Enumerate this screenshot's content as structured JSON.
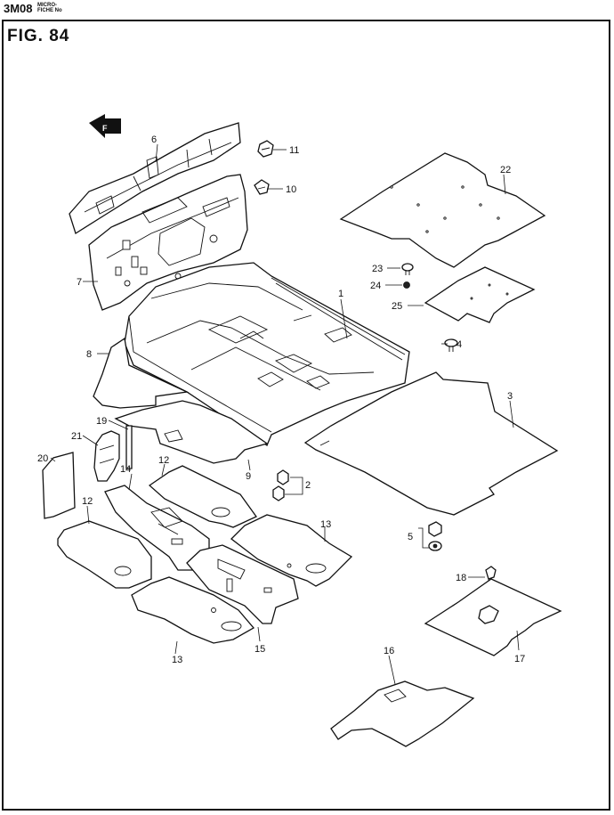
{
  "header": {
    "code": "3M08",
    "micro_line1": "MICRO-",
    "micro_line2": "FICHE No"
  },
  "figure": {
    "label": "FIG.  84",
    "front_arrow_text": "F",
    "callouts": {
      "c1": "1",
      "c2": "2",
      "c3": "3",
      "c4": "4",
      "c5": "5",
      "c6": "6",
      "c7": "7",
      "c8": "8",
      "c9": "9",
      "c10": "10",
      "c11": "11",
      "c12a": "12",
      "c12b": "12",
      "c13a": "13",
      "c13b": "13",
      "c14": "14",
      "c15": "15",
      "c16": "16",
      "c17": "17",
      "c18": "18",
      "c19": "19",
      "c20": "20",
      "c21": "21",
      "c22": "22",
      "c23": "23",
      "c24": "24",
      "c25": "25"
    }
  }
}
